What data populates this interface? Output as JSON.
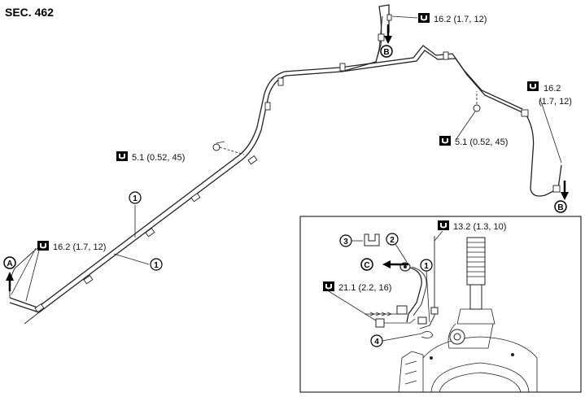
{
  "section_title": "SEC. 462",
  "torque_specs": {
    "top_right": "16.2 (1.7, 12)",
    "right_line1": "16.2",
    "right_line2": "(1.7, 12)",
    "mid_left": "5.1 (0.52, 45)",
    "mid_right": "5.1 (0.52, 45)",
    "left": "16.2 (1.7, 12)",
    "inset_top": "13.2 (1.3, 10)",
    "inset_left": "21.1 (2.2, 16)"
  },
  "view_markers": {
    "a": "A",
    "b_top": "B",
    "b_right": "B",
    "c": "C"
  },
  "part_numbers": {
    "n1_top": "1",
    "n1_bottom": "1",
    "n1_inset": "1",
    "n2": "2",
    "n3": "3",
    "n4": "4"
  },
  "icons": {
    "torque": "torque-wrench-icon",
    "arrow": "direction-arrow-icon"
  }
}
